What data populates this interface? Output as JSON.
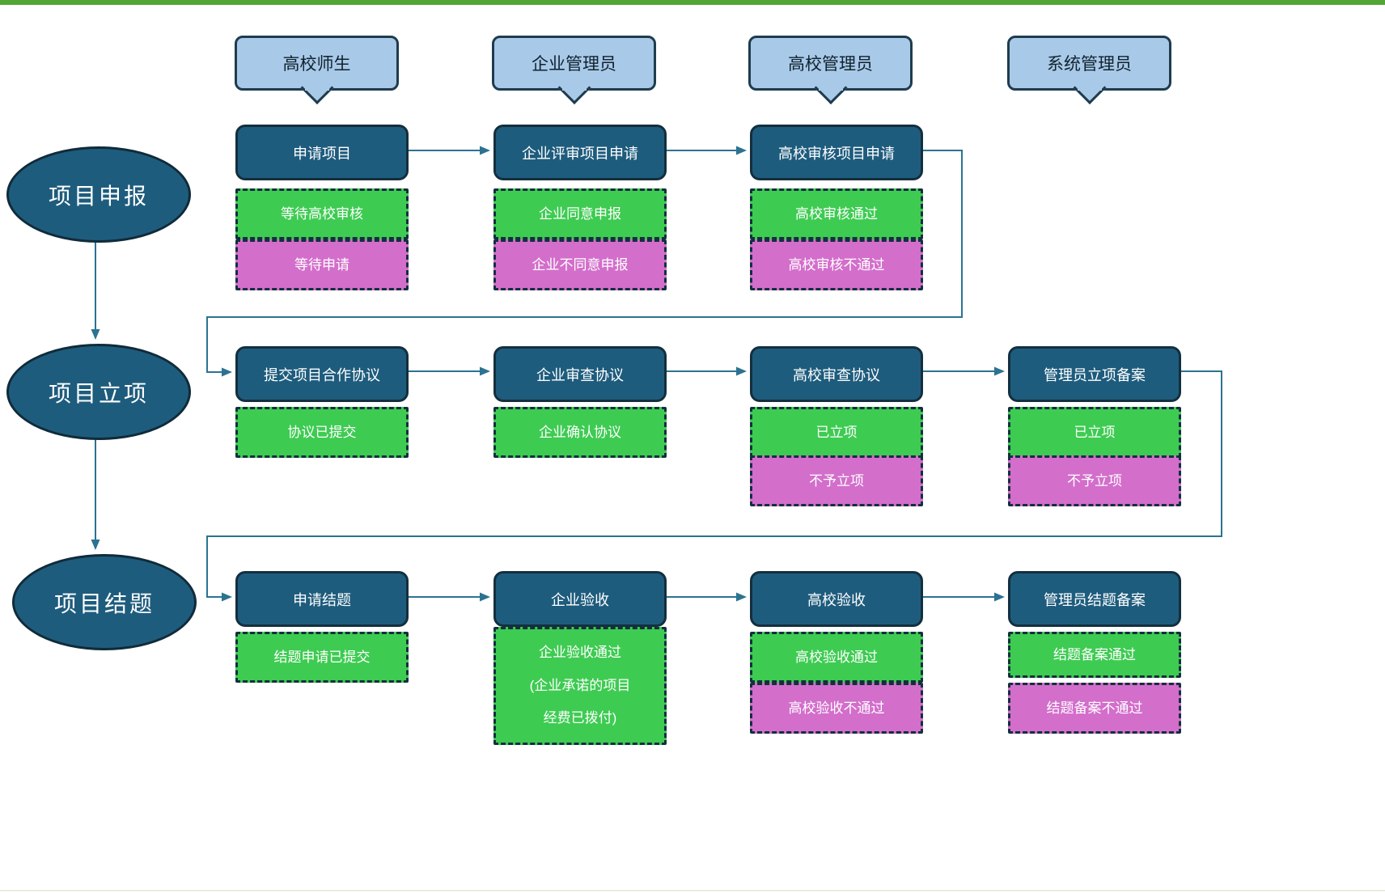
{
  "columns": [
    "高校师生",
    "企业管理员",
    "高校管理员",
    "系统管理员"
  ],
  "rows": [
    {
      "label": "项目申报",
      "steps": [
        {
          "title": "申请项目",
          "statuses": [
            {
              "kind": "success",
              "text": "等待高校审核"
            },
            {
              "kind": "fail",
              "text": "等待申请"
            }
          ]
        },
        {
          "title": "企业评审项目申请",
          "statuses": [
            {
              "kind": "success",
              "text": "企业同意申报"
            },
            {
              "kind": "fail",
              "text": "企业不同意申报"
            }
          ]
        },
        {
          "title": "高校审核项目申请",
          "statuses": [
            {
              "kind": "success",
              "text": "高校审核通过"
            },
            {
              "kind": "fail",
              "text": "高校审核不通过"
            }
          ]
        }
      ]
    },
    {
      "label": "项目立项",
      "steps": [
        {
          "title": "提交项目合作协议",
          "statuses": [
            {
              "kind": "success",
              "text": "协议已提交"
            }
          ]
        },
        {
          "title": "企业审查协议",
          "statuses": [
            {
              "kind": "success",
              "text": "企业确认协议"
            }
          ]
        },
        {
          "title": "高校审查协议",
          "statuses": [
            {
              "kind": "success",
              "text": "已立项"
            },
            {
              "kind": "fail",
              "text": "不予立项"
            }
          ]
        },
        {
          "title": "管理员立项备案",
          "statuses": [
            {
              "kind": "success",
              "text": "已立项"
            },
            {
              "kind": "fail",
              "text": "不予立项"
            }
          ]
        }
      ]
    },
    {
      "label": "项目结题",
      "steps": [
        {
          "title": "申请结题",
          "statuses": [
            {
              "kind": "success",
              "text": "结题申请已提交"
            }
          ]
        },
        {
          "title": "企业验收",
          "statuses": [
            {
              "kind": "success",
              "text": "企业验收通过\n(企业承诺的项目\n经费已拨付)"
            }
          ]
        },
        {
          "title": "高校验收",
          "statuses": [
            {
              "kind": "success",
              "text": "高校验收通过"
            },
            {
              "kind": "fail",
              "text": "高校验收不通过"
            }
          ]
        },
        {
          "title": "管理员结题备案",
          "statuses": [
            {
              "kind": "success",
              "text": "结题备案通过"
            },
            {
              "kind": "fail",
              "text": "结题备案不通过"
            }
          ]
        }
      ]
    }
  ],
  "colors": {
    "process_fill": "#1e5c7d",
    "process_border": "#132f3e",
    "success_fill": "#3ecb52",
    "fail_fill": "#d36ecb",
    "role_fill": "#a9c9e8",
    "role_border": "#1e3c4e",
    "connector": "#2b7391",
    "top_bar": "#52a633"
  }
}
